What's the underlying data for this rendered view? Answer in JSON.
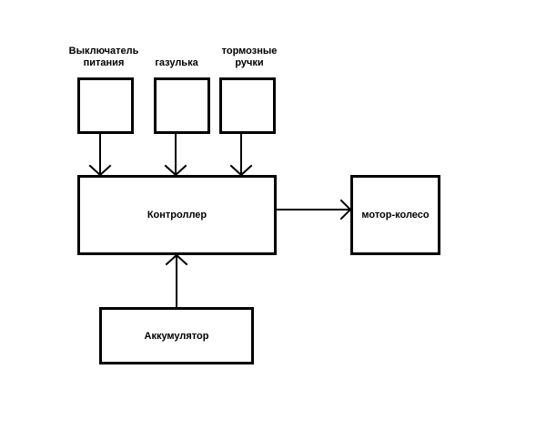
{
  "inputs": {
    "power_switch": {
      "label_line1": "Выключатель",
      "label_line2": "питания"
    },
    "throttle": {
      "label": "газулька"
    },
    "brake_levers": {
      "label_line1": "тормозные",
      "label_line2": "ручки"
    }
  },
  "controller": {
    "label": "Контроллер"
  },
  "motor_wheel": {
    "label": "мотор-колесо"
  },
  "battery": {
    "label": "Аккумулятор"
  },
  "colors": {
    "stroke": "#000000",
    "background": "#ffffff"
  }
}
